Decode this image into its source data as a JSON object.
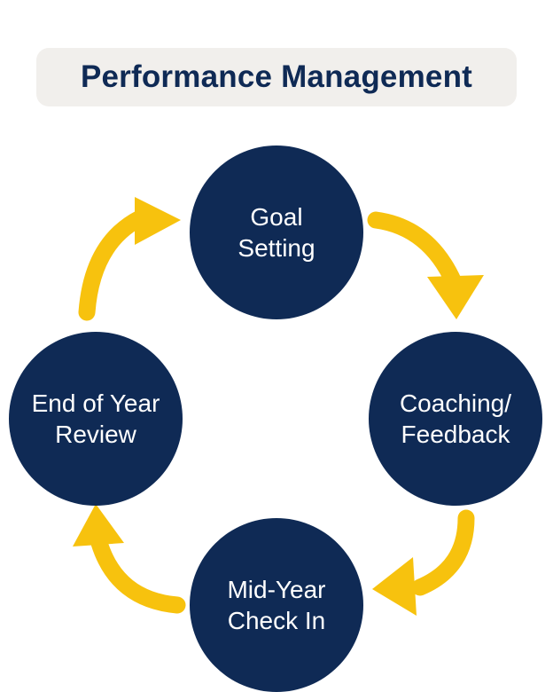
{
  "title": "Performance Management",
  "colors": {
    "node_fill": "#0f2a55",
    "node_text": "#ffffff",
    "arrow": "#f7c20e",
    "title_bg": "#f1efec",
    "title_text": "#0f2a55"
  },
  "steps": [
    {
      "label": "Goal\nSetting"
    },
    {
      "label": "Coaching/\nFeedback"
    },
    {
      "label": "Mid-Year\nCheck In"
    },
    {
      "label": "End of Year\nReview"
    }
  ],
  "arrows": [
    "arrow-icon",
    "arrow-icon",
    "arrow-icon",
    "arrow-icon"
  ]
}
